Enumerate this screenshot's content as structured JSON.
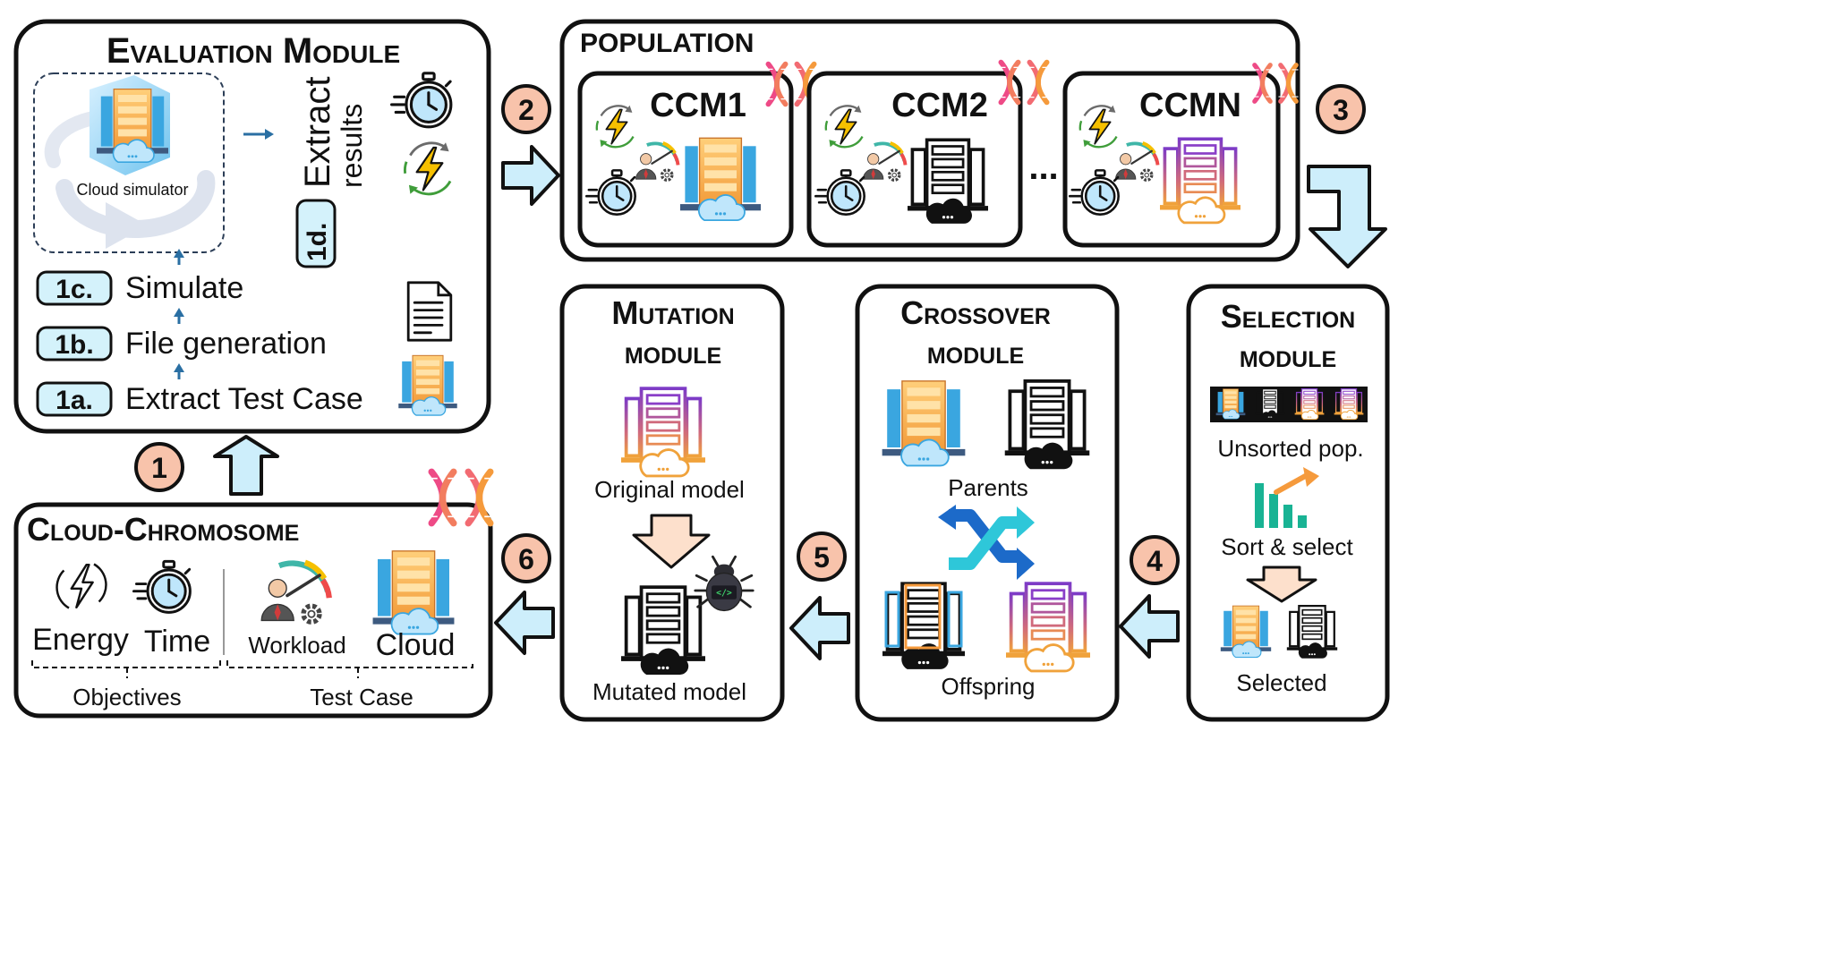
{
  "colors": {
    "badge_fill": "#f8c3ab",
    "arrow_fill": "#cdeefb",
    "arrow_down_fill": "#fde0cc",
    "tag_fill": "#d4f2fb",
    "server_orange": "#f5a442",
    "server_blue": "#45b1e8",
    "server_purple": "#8a3fc8",
    "dna_pink": "#ee4a86",
    "dna_orange": "#f59a3c"
  },
  "evaluation": {
    "title": "Evaluation Module",
    "simulator_label": "Cloud simulator",
    "extract_results_1": "Extract",
    "extract_results_2": "results",
    "step_1d": "1d.",
    "step_1c": "1c.",
    "step_1c_text": "Simulate",
    "step_1b": "1b.",
    "step_1b_text": "File generation",
    "step_1a": "1a.",
    "step_1a_text": "Extract Test Case"
  },
  "population": {
    "title": "POPULATION",
    "ccm1": "CCM1",
    "ccm2": "CCM2",
    "ccmn": "CCMN",
    "ellipsis": "..."
  },
  "badges": {
    "b1": "1",
    "b2": "2",
    "b3": "3",
    "b4": "4",
    "b5": "5",
    "b6": "6"
  },
  "mutation": {
    "title_1": "Mutation",
    "title_2": "module",
    "original": "Original model",
    "mutated": "Mutated model"
  },
  "crossover": {
    "title_1": "Crossover",
    "title_2": "module",
    "parents": "Parents",
    "offspring": "Offspring"
  },
  "selection": {
    "title_1": "Selection",
    "title_2": "module",
    "unsorted": "Unsorted pop.",
    "sort": "Sort & select",
    "selected": "Selected"
  },
  "chromosome": {
    "title": "Cloud-Chromosome",
    "energy": "Energy",
    "time": "Time",
    "workload": "Workload",
    "cloud": "Cloud",
    "objectives": "Objectives",
    "test_case": "Test Case"
  }
}
